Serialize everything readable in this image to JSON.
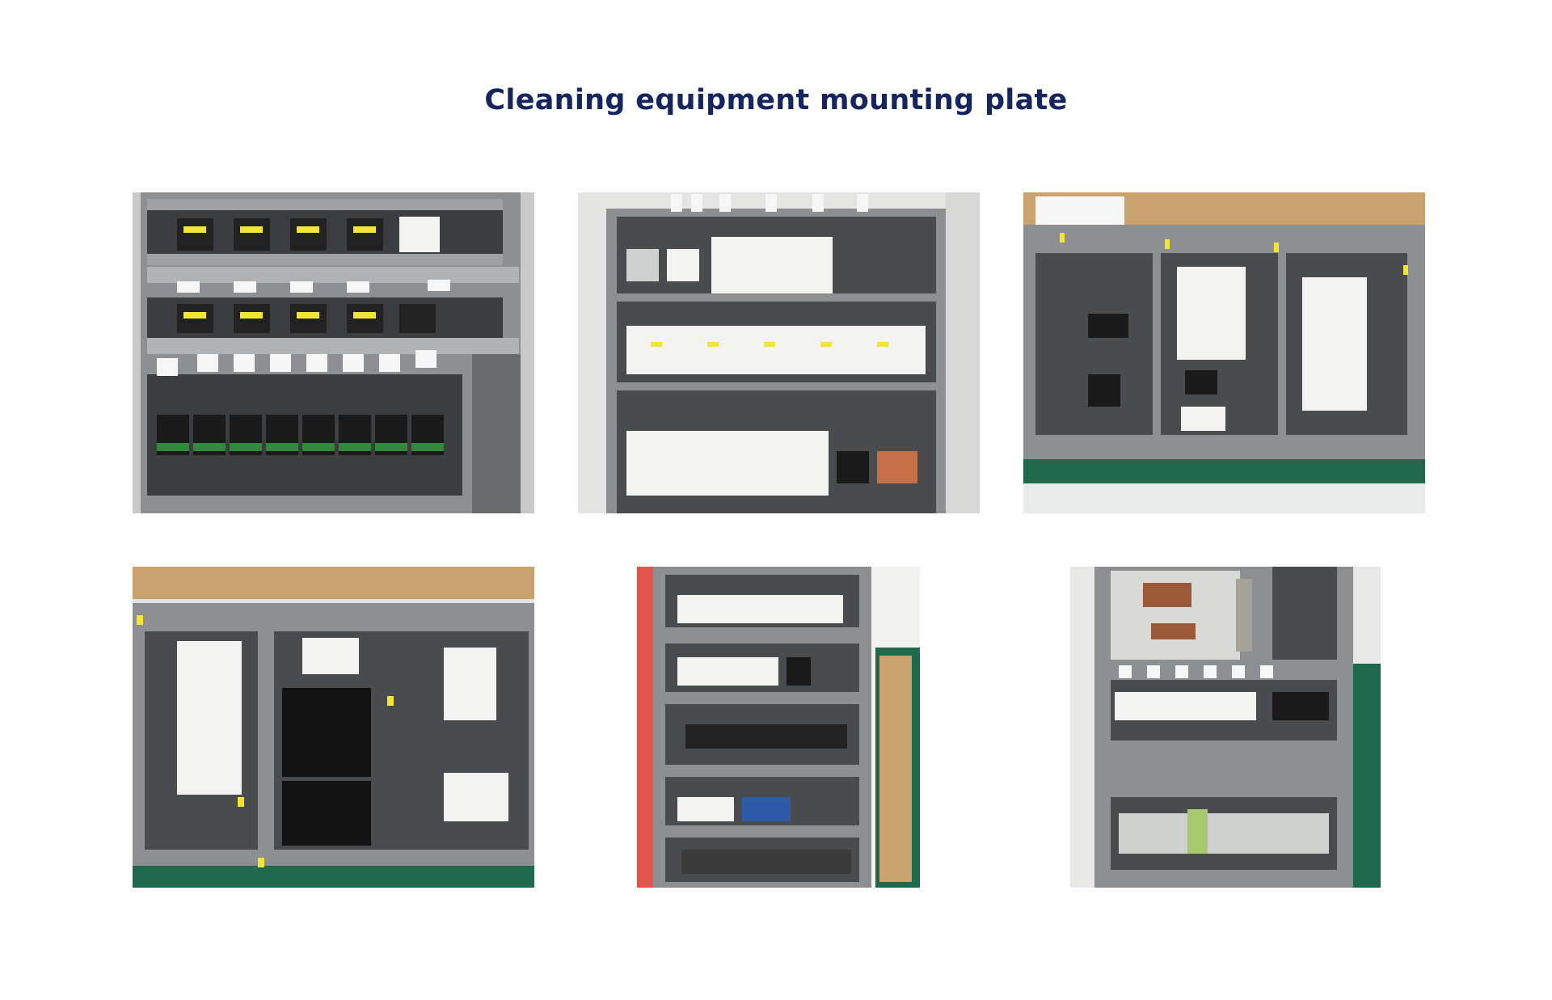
{
  "title": "Cleaning equipment mounting plate",
  "colors": {
    "title": "#17255e",
    "plate": "#8d8f90",
    "duct": "#9fa1a2",
    "label": "#f2e533",
    "breaker": "#f3f3f1",
    "relay_dark": "#1a1a1a",
    "relay_green": "#2f8a3a"
  },
  "photos": [
    {
      "name": "panel-photo-1",
      "content": "relay and breaker mounting plate"
    },
    {
      "name": "panel-photo-2",
      "content": "miniature circuit breaker rows"
    },
    {
      "name": "panel-photo-3",
      "content": "plate on cardboard with breakers"
    },
    {
      "name": "panel-photo-4",
      "content": "plate with power supplies"
    },
    {
      "name": "panel-photo-5",
      "content": "tall plate with terminal rows"
    },
    {
      "name": "panel-photo-6",
      "content": "plate with busbars and terminals"
    }
  ]
}
